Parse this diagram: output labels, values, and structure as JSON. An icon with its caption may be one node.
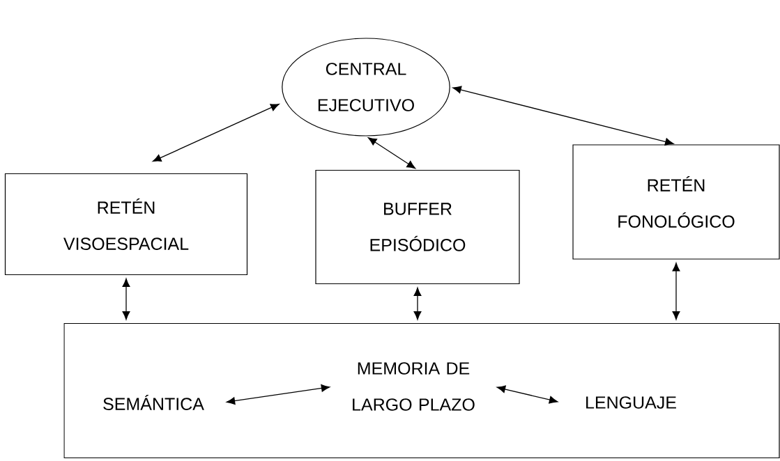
{
  "diagram": {
    "nodes": [
      {
        "text": [
          "CENTRAL EJECUTIVO"
        ]
      },
      {
        "text": [
          "RETÉN VISOESPACIAL"
        ]
      },
      {
        "text": [
          "BUFFER EPISÓDICO"
        ]
      },
      {
        "text": [
          "RETÉN FONOLÓGICO"
        ]
      },
      {
        "text": [],
        "shape": "box"
      },
      {
        "text": [
          "SEMÁNTICA"
        ],
        "in": 4
      },
      {
        "text": [
          "MEMORIA DE LARGO PLAZO"
        ],
        "in": 4
      },
      {
        "text": [
          "LENGUAJE"
        ],
        "in": 4
      }
    ],
    "edges": [
      {
        "from": 0,
        "to": 1,
        "arrow": "both"
      },
      {
        "from": 0,
        "to": 2,
        "arrow": "both"
      },
      {
        "from": 0,
        "to": 3,
        "arrow": "both"
      },
      {
        "from": 1,
        "to": 4,
        "arrow": "both"
      },
      {
        "from": 2,
        "to": 4,
        "arrow": "both"
      },
      {
        "from": 3,
        "to": 4,
        "arrow": "both"
      },
      {
        "from": 5,
        "to": 6,
        "arrow": "both"
      },
      {
        "from": 6,
        "to": 7,
        "arrow": "both"
      }
    ]
  }
}
